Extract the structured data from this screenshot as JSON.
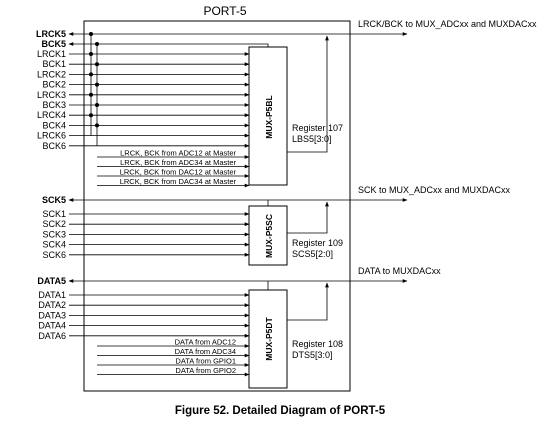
{
  "title": "PORT-5",
  "caption": "Figure 52.  Detailed Diagram of PORT-5",
  "outputs": {
    "lrck_bck": "LRCK/BCK to MUX_ADCxx and MUXDACxx",
    "sck": "SCK to MUX_ADCxx and MUXDACxx",
    "data": "DATA to MUXDACxx"
  },
  "bus_pins": {
    "lrck5": "LRCK5",
    "bck5": "BCK5",
    "sck5": "SCK5",
    "data5": "DATA5"
  },
  "lbs_inputs": [
    "LRCK1",
    "BCK1",
    "LRCK2",
    "BCK2",
    "LRCK3",
    "BCK3",
    "LRCK4",
    "BCK4",
    "LRCK6",
    "BCK6"
  ],
  "lbs_internal": [
    "LRCK, BCK from ADC12 at Master",
    "LRCK, BCK from ADC34 at Master",
    "LRCK, BCK from DAC12 at Master",
    "LRCK, BCK from DAC34 at Master"
  ],
  "sck_inputs": [
    "SCK1",
    "SCK2",
    "SCK3",
    "SCK4",
    "SCK6"
  ],
  "data_inputs": [
    "DATA1",
    "DATA2",
    "DATA3",
    "DATA4",
    "DATA6"
  ],
  "data_internal": [
    "DATA from ADC12",
    "DATA from ADC34",
    "DATA from GPIO1",
    "DATA from GPIO2"
  ],
  "muxes": {
    "lbs": "MUX-P5BL",
    "scs": "MUX-P5SC",
    "dts": "MUX-P5DT"
  },
  "registers": {
    "lbs_name": "Register 107",
    "lbs_bits": "LBS5[3:0]",
    "scs_name": "Register 109",
    "scs_bits": "SCS5[2:0]",
    "dts_name": "Register 108",
    "dts_bits": "DTS5[3:0]"
  }
}
